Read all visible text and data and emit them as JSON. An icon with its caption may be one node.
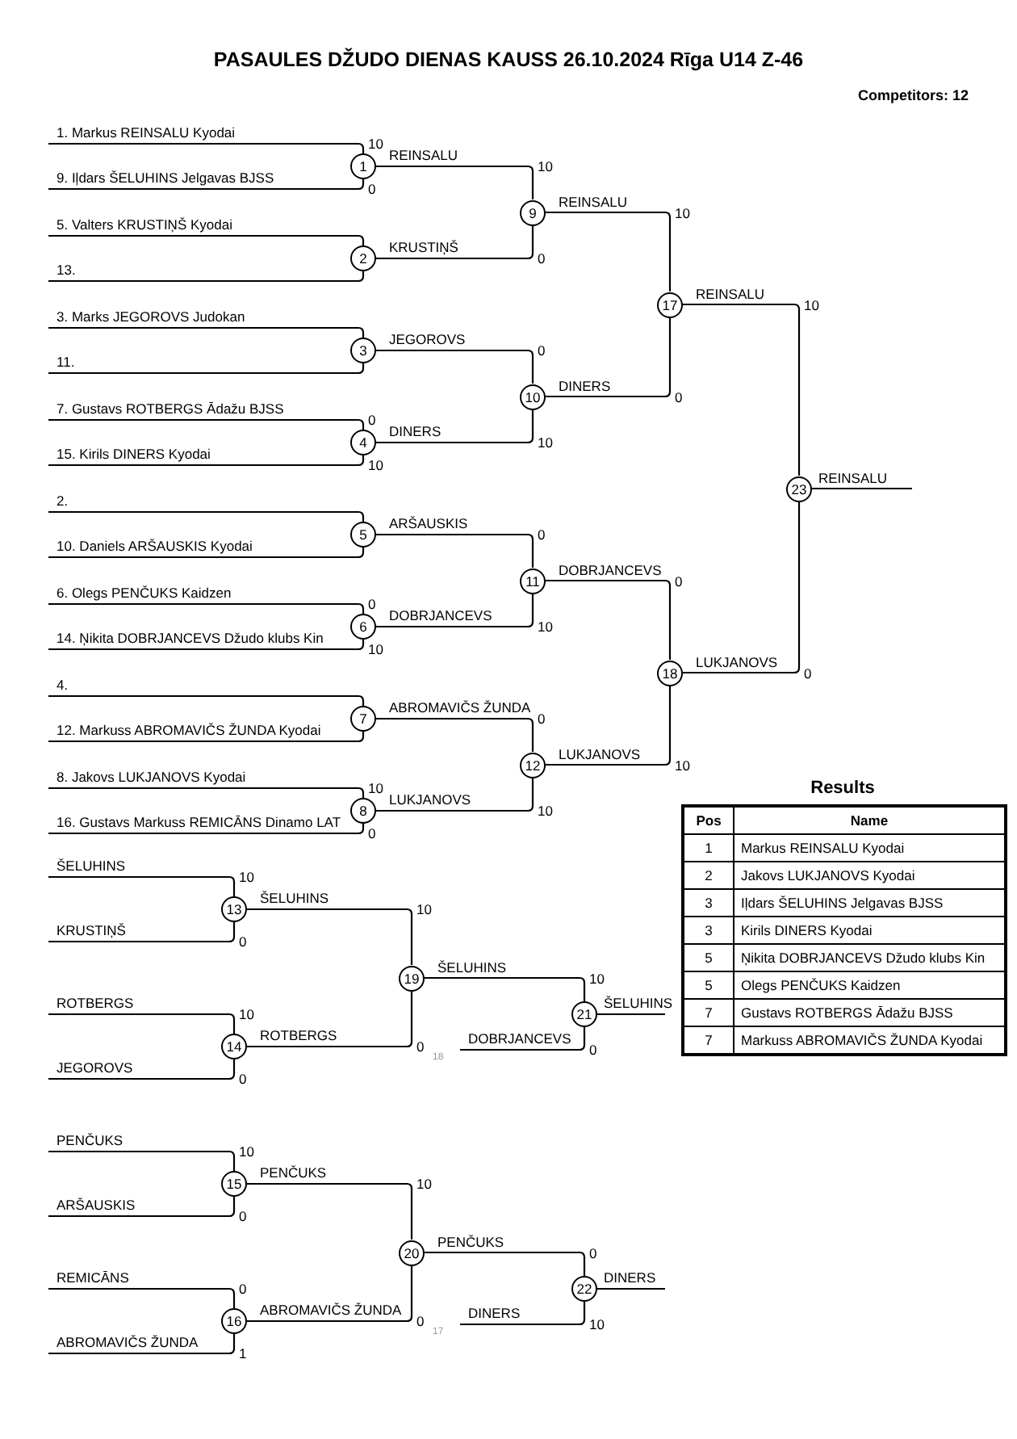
{
  "diagram": {
    "title": "PASAULES DŽUDO DIENAS KAUSS 26.10.2024 Rīga U14 Z-46",
    "nodes": [
      {
        "text": [
          "1"
        ],
        "beside": [
          "10",
          "0"
        ]
      },
      {
        "text": [
          "2"
        ]
      },
      {
        "text": [
          "3"
        ]
      },
      {
        "text": [
          "4"
        ],
        "beside": [
          "0",
          "10"
        ]
      },
      {
        "text": [
          "5"
        ]
      },
      {
        "text": [
          "6"
        ],
        "beside": [
          "0",
          "10"
        ]
      },
      {
        "text": [
          "7"
        ]
      },
      {
        "text": [
          "8"
        ],
        "beside": [
          "10",
          "0"
        ]
      },
      {
        "text": [
          "9"
        ],
        "beside": [
          "10",
          "0"
        ]
      },
      {
        "text": [
          "10"
        ],
        "beside": [
          "0",
          "10"
        ]
      },
      {
        "text": [
          "11"
        ],
        "beside": [
          "0",
          "10"
        ]
      },
      {
        "text": [
          "12"
        ],
        "beside": [
          "0",
          "10"
        ]
      },
      {
        "text": [
          "13"
        ],
        "beside": [
          "10",
          "0"
        ]
      },
      {
        "text": [
          "14"
        ],
        "beside": [
          "10",
          "0"
        ]
      },
      {
        "text": [
          "15"
        ],
        "beside": [
          "10",
          "0"
        ]
      },
      {
        "text": [
          "16"
        ],
        "beside": [
          "0",
          "1"
        ]
      },
      {
        "text": [
          "17"
        ]
      },
      {
        "text": [
          "18"
        ]
      },
      {
        "text": [
          "19"
        ],
        "beside": [
          "10",
          "0"
        ]
      },
      {
        "text": [
          "20"
        ],
        "beside": [
          "10",
          "0"
        ]
      },
      {
        "text": [
          "21"
        ],
        "beside": [
          "10",
          "0"
        ]
      },
      {
        "text": [
          "22"
        ],
        "beside": [
          "0",
          "10"
        ]
      },
      {
        "text": [
          "23"
        ]
      }
    ],
    "edges": [
      {
        "from": null,
        "to": 0,
        "arrow": "none",
        "label": "1. Markus REINSALU Kyodai"
      },
      {
        "from": null,
        "to": 0,
        "arrow": "none",
        "label": "9. Iļdars ŠELUHINS Jelgavas BJSS"
      },
      {
        "from": null,
        "to": 1,
        "arrow": "none",
        "label": "5. Valters KRUSTIŅŠ Kyodai"
      },
      {
        "from": null,
        "to": 1,
        "arrow": "none",
        "label": "13."
      },
      {
        "from": null,
        "to": 2,
        "arrow": "none",
        "label": "3. Marks JEGOROVS Judokan"
      },
      {
        "from": null,
        "to": 2,
        "arrow": "none",
        "label": "11."
      },
      {
        "from": null,
        "to": 3,
        "arrow": "none",
        "label": "7. Gustavs ROTBERGS Ādažu BJSS"
      },
      {
        "from": null,
        "to": 3,
        "arrow": "none",
        "label": "15. Kirils DINERS Kyodai"
      },
      {
        "from": null,
        "to": 4,
        "arrow": "none",
        "label": "2."
      },
      {
        "from": null,
        "to": 4,
        "arrow": "none",
        "label": "10. Daniels ARŠAUSKIS Kyodai"
      },
      {
        "from": null,
        "to": 5,
        "arrow": "none",
        "label": "6. Olegs PENČUKS Kaidzen"
      },
      {
        "from": null,
        "to": 5,
        "arrow": "none",
        "label": "14. Ņikita DOBRJANCEVS Džudo klubs Kin"
      },
      {
        "from": null,
        "to": 6,
        "arrow": "none",
        "label": "4."
      },
      {
        "from": null,
        "to": 6,
        "arrow": "none",
        "label": "12. Markuss ABROMAVIČS ŽUNDA Kyodai"
      },
      {
        "from": null,
        "to": 7,
        "arrow": "none",
        "label": "8. Jakovs LUKJANOVS Kyodai"
      },
      {
        "from": null,
        "to": 7,
        "arrow": "none",
        "label": "16. Gustavs Markuss REMICĀNS Dinamo LAT"
      },
      {
        "from": 0,
        "to": 8,
        "arrow": "none",
        "label": "REINSALU"
      },
      {
        "from": 1,
        "to": 8,
        "arrow": "none",
        "label": "KRUSTIŅŠ"
      },
      {
        "from": 2,
        "to": 9,
        "arrow": "none",
        "label": "JEGOROVS"
      },
      {
        "from": 3,
        "to": 9,
        "arrow": "none",
        "label": "DINERS"
      },
      {
        "from": 4,
        "to": 10,
        "arrow": "none",
        "label": "ARŠAUSKIS"
      },
      {
        "from": 5,
        "to": 10,
        "arrow": "none",
        "label": "DOBRJANCEVS"
      },
      {
        "from": 6,
        "to": 11,
        "arrow": "none",
        "label": "ABROMAVIČS ŽUNDA"
      },
      {
        "from": 7,
        "to": 11,
        "arrow": "none",
        "label": "LUKJANOVS"
      },
      {
        "from": 8,
        "to": 16,
        "arrow": "none",
        "label": "REINSALU"
      },
      {
        "from": 9,
        "to": 16,
        "arrow": "none",
        "label": "DINERS"
      },
      {
        "from": 10,
        "to": 17,
        "arrow": "none",
        "label": "DOBRJANCEVS"
      },
      {
        "from": 11,
        "to": 17,
        "arrow": "none",
        "label": "LUKJANOVS"
      },
      {
        "from": 16,
        "to": 22,
        "arrow": "none",
        "label": "REINSALU"
      },
      {
        "from": 17,
        "to": 22,
        "arrow": "none",
        "label": "LUKJANOVS"
      },
      {
        "from": 22,
        "to": null,
        "arrow": "none",
        "label": "REINSALU"
      },
      {
        "from": null,
        "to": 12,
        "arrow": "none",
        "label": "ŠELUHINS"
      },
      {
        "from": null,
        "to": 12,
        "arrow": "none",
        "label": "KRUSTIŅŠ"
      },
      {
        "from": null,
        "to": 13,
        "arrow": "none",
        "label": "ROTBERGS"
      },
      {
        "from": null,
        "to": 13,
        "arrow": "none",
        "label": "JEGOROVS"
      },
      {
        "from": 12,
        "to": 18,
        "arrow": "none",
        "label": "ŠELUHINS"
      },
      {
        "from": 13,
        "to": 18,
        "arrow": "none",
        "label": "ROTBERGS"
      },
      {
        "from": 18,
        "to": 20,
        "arrow": "none",
        "label": "ŠELUHINS"
      },
      {
        "from": null,
        "to": 20,
        "arrow": "none",
        "label": "DOBRJANCEVS"
      },
      {
        "from": 20,
        "to": null,
        "arrow": "none",
        "label": "ŠELUHINS"
      },
      {
        "from": null,
        "to": 14,
        "arrow": "none",
        "label": "PENČUKS"
      },
      {
        "from": null,
        "to": 14,
        "arrow": "none",
        "label": "ARŠAUSKIS"
      },
      {
        "from": null,
        "to": 15,
        "arrow": "none",
        "label": "REMICĀNS"
      },
      {
        "from": null,
        "to": 15,
        "arrow": "none",
        "label": "ABROMAVIČS ŽUNDA"
      },
      {
        "from": 14,
        "to": 19,
        "arrow": "none",
        "label": "PENČUKS"
      },
      {
        "from": 15,
        "to": 19,
        "arrow": "none",
        "label": "ABROMAVIČS ŽUNDA"
      },
      {
        "from": 19,
        "to": 21,
        "arrow": "none",
        "label": "PENČUKS"
      },
      {
        "from": null,
        "to": 21,
        "arrow": "none",
        "label": "DINERS"
      },
      {
        "from": 21,
        "to": null,
        "arrow": "none",
        "label": "DINERS"
      }
    ],
    "labels": [
      "Competitors: 12",
      "10",
      "0",
      "0",
      "10",
      "10",
      "0",
      "18",
      "17",
      "Results",
      "Pos",
      "Name",
      "1",
      "Markus REINSALU Kyodai",
      "2",
      "Jakovs LUKJANOVS Kyodai",
      "3",
      "Iļdars ŠELUHINS Jelgavas BJSS",
      "3",
      "Kirils DINERS Kyodai",
      "5",
      "Ņikita DOBRJANCEVS Džudo klubs Kin",
      "5",
      "Olegs PENČUKS Kaidzen",
      "7",
      "Gustavs ROTBERGS Ādažu BJSS",
      "7",
      "Markuss ABROMAVIČS ŽUNDA Kyodai"
    ]
  }
}
